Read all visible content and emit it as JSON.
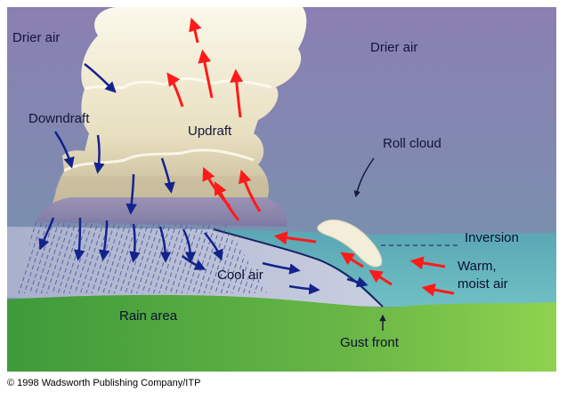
{
  "labels": {
    "drier_air_left": "Drier air",
    "drier_air_right": "Drier air",
    "downdraft": "Downdraft",
    "updraft": "Updraft",
    "roll_cloud": "Roll cloud",
    "inversion": "Inversion",
    "warm_moist_air_line1": "Warm,",
    "warm_moist_air_line2": "moist air",
    "cool_air": "Cool air",
    "rain_area": "Rain area",
    "gust_front": "Gust front"
  },
  "copyright": "© 1998 Wadsworth Publishing Company/ITP",
  "colors": {
    "sky_top": "#8b7fb2",
    "sky_bottom": "#6e9aa8",
    "warm_air": "#69b9bf",
    "cold_pool": "#b8bfd6",
    "ground": "#7bc24a",
    "cloud": "#f3eed9",
    "updraft_arrow": "#ff1a1a",
    "downdraft_arrow": "#14228c"
  }
}
